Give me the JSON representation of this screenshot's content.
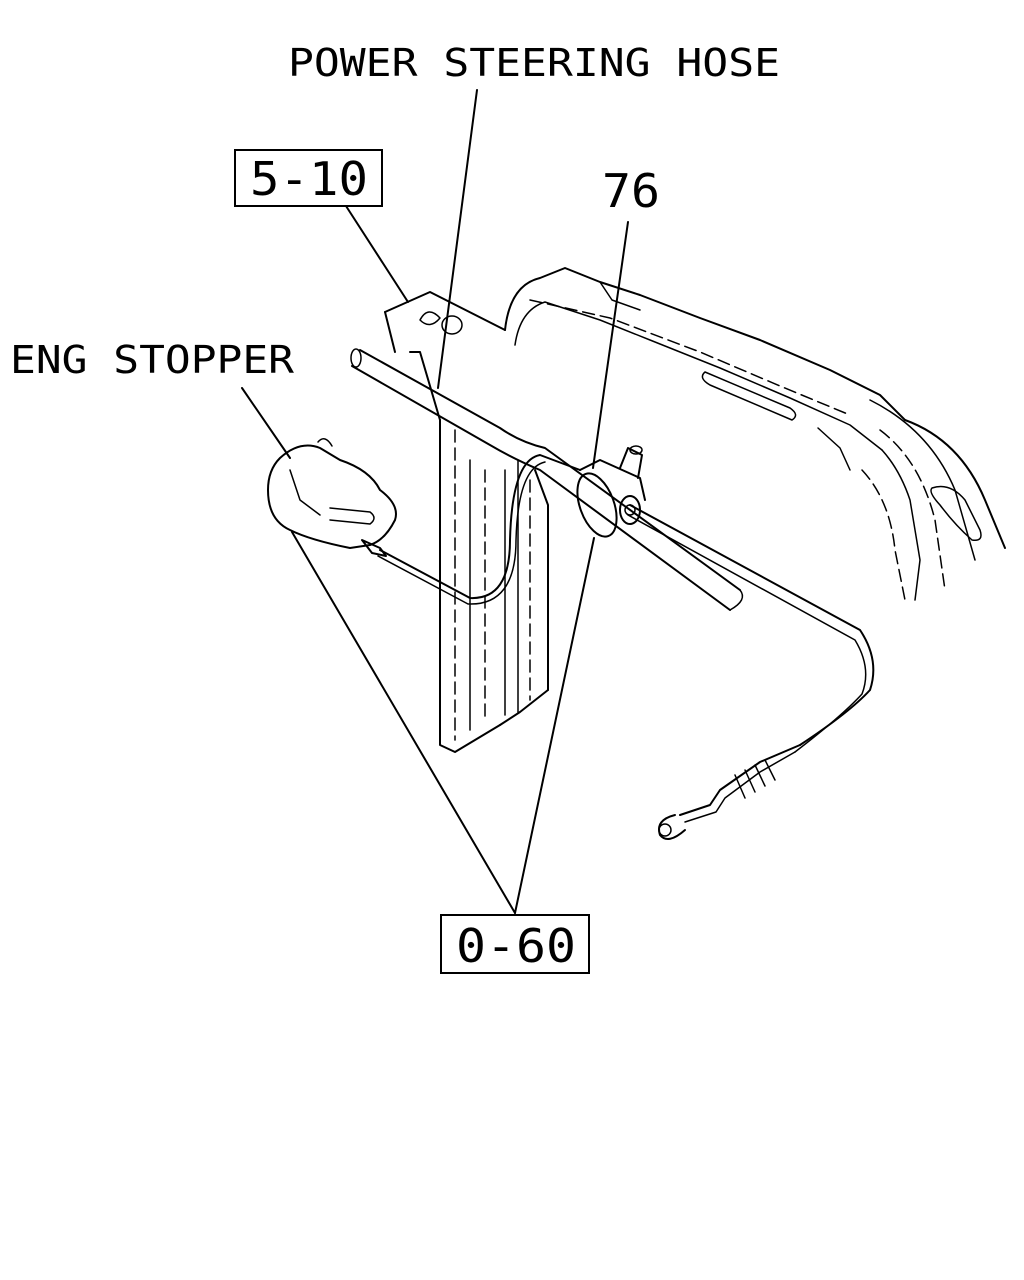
{
  "labels": {
    "power_steering_hose": "POWER STEERING HOSE",
    "eng_stopper": "ENG STOPPER",
    "ref_5_10": "5-10",
    "part_76": "76",
    "ref_0_60": "0-60"
  },
  "colors": {
    "ink": "#000000",
    "paper": "#ffffff"
  }
}
